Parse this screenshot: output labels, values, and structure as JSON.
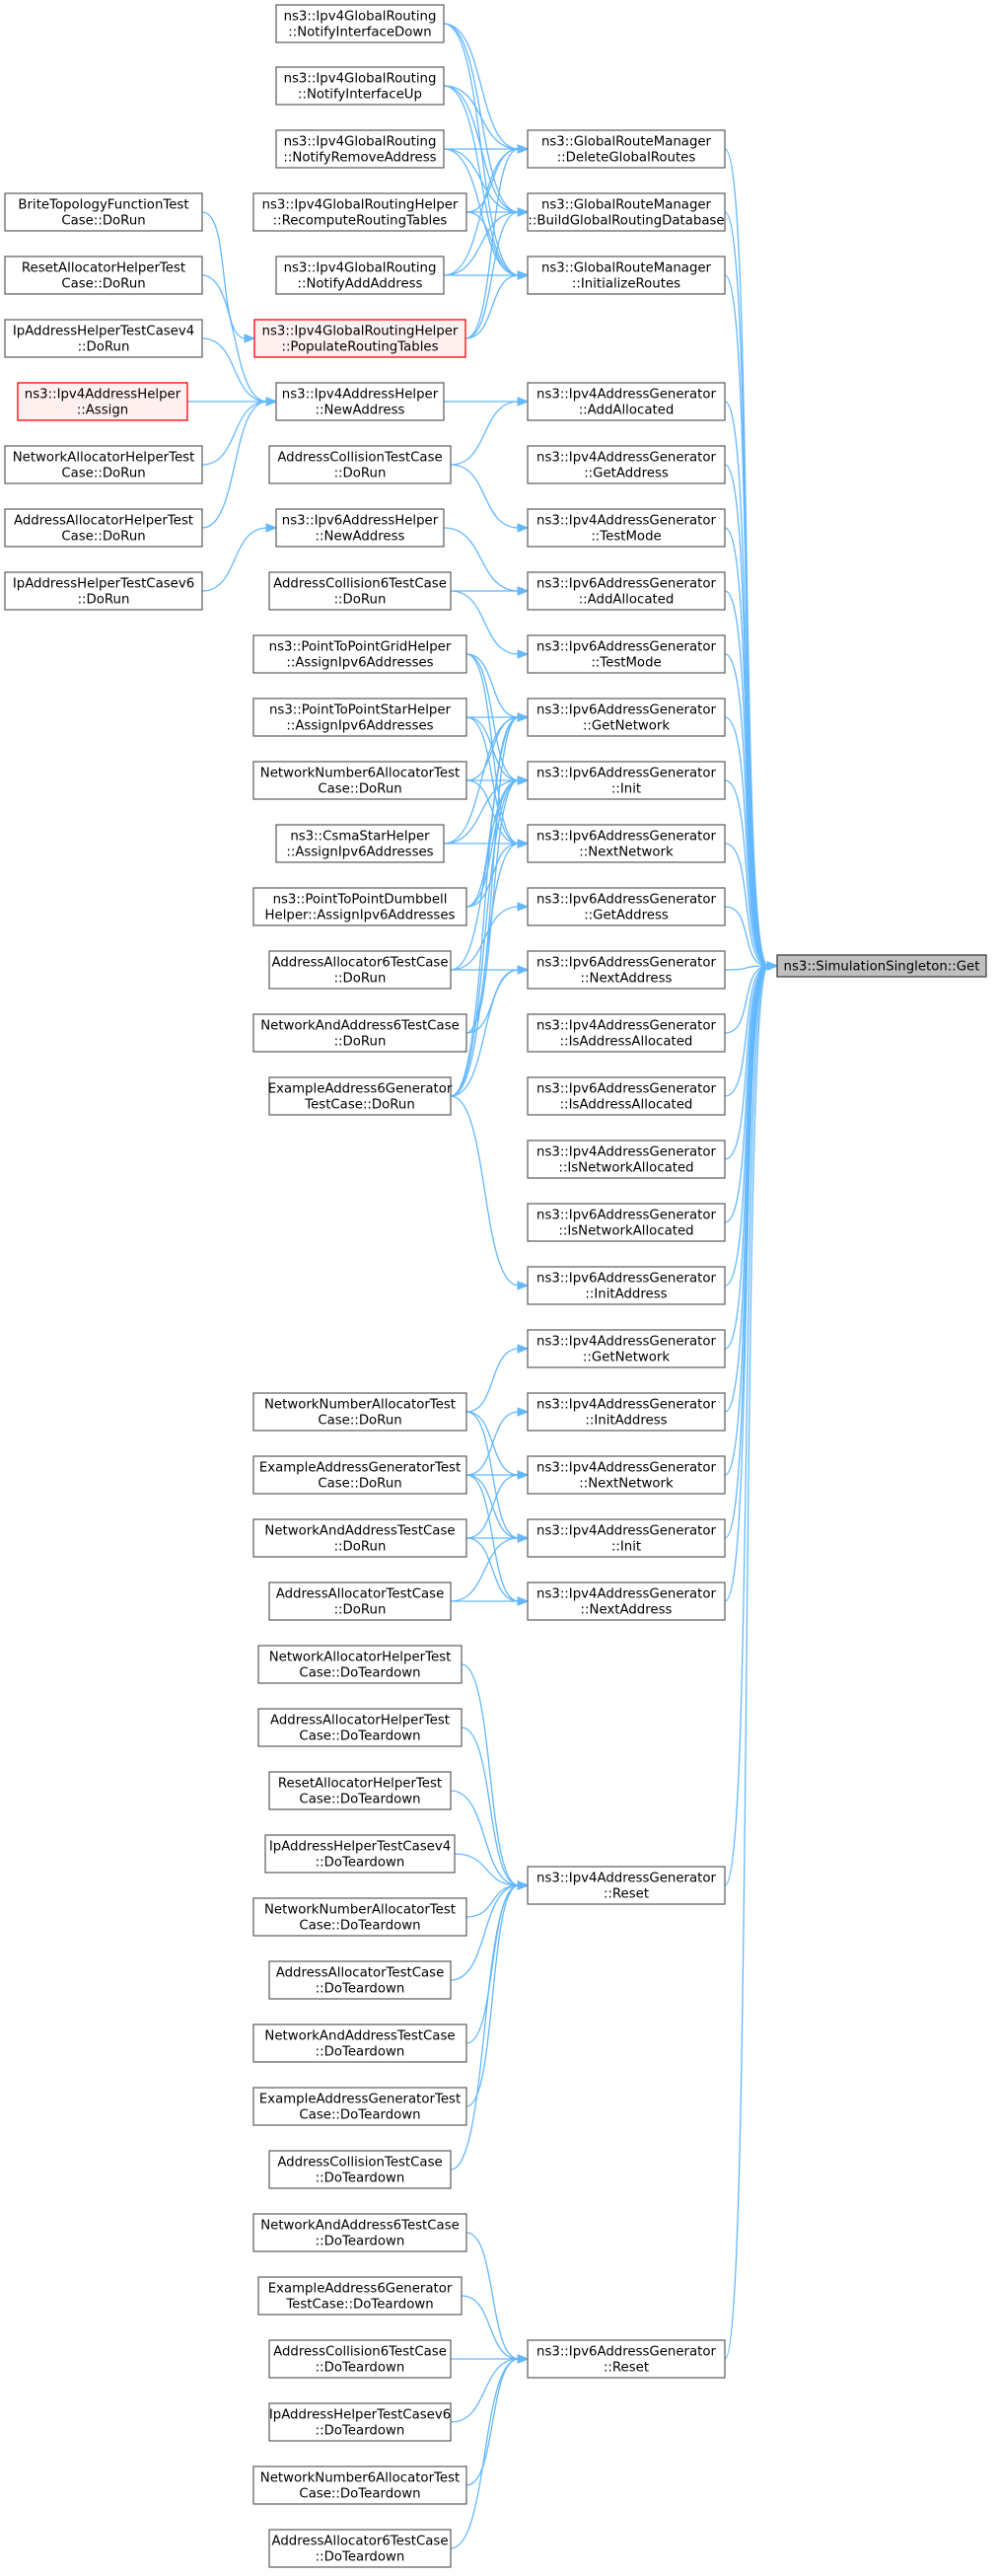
{
  "graph": {
    "target": "ns3::SimulationSingleton::Get",
    "colors": {
      "edge": "#63b8ff",
      "node_border": "#666666",
      "node_fill": "#ffffff",
      "target_fill": "#bfbfbf",
      "target_border": "#404040",
      "highlight_border": "#ff0000",
      "highlight_fill": "#fff0f0",
      "text": "#000000"
    },
    "nodes": [
      {
        "id": "n0",
        "lines": [
          "ns3::Ipv4GlobalRouting",
          "::NotifyInterfaceDown"
        ]
      },
      {
        "id": "n1",
        "lines": [
          "ns3::Ipv4GlobalRouting",
          "::NotifyInterfaceUp"
        ]
      },
      {
        "id": "n2",
        "lines": [
          "ns3::Ipv4GlobalRouting",
          "::NotifyRemoveAddress"
        ]
      },
      {
        "id": "n3",
        "lines": [
          "ns3::Ipv4GlobalRoutingHelper",
          "::RecomputeRoutingTables"
        ]
      },
      {
        "id": "n4",
        "lines": [
          "ns3::Ipv4GlobalRouting",
          "::NotifyAddAddress"
        ]
      },
      {
        "id": "n5",
        "lines": [
          "ns3::Ipv4GlobalRoutingHelper",
          "::PopulateRoutingTables"
        ],
        "style": "highlight"
      },
      {
        "id": "n6",
        "lines": [
          "BriteTopologyFunctionTest",
          "Case::DoRun"
        ]
      },
      {
        "id": "n7",
        "lines": [
          "ResetAllocatorHelperTest",
          "Case::DoRun"
        ]
      },
      {
        "id": "n8",
        "lines": [
          "IpAddressHelperTestCasev4",
          "::DoRun"
        ]
      },
      {
        "id": "n9",
        "lines": [
          "ns3::Ipv4AddressHelper",
          "::Assign"
        ],
        "style": "highlight"
      },
      {
        "id": "n10",
        "lines": [
          "NetworkAllocatorHelperTest",
          "Case::DoRun"
        ]
      },
      {
        "id": "n11",
        "lines": [
          "AddressAllocatorHelperTest",
          "Case::DoRun"
        ]
      },
      {
        "id": "n12",
        "lines": [
          "IpAddressHelperTestCasev6",
          "::DoRun"
        ]
      },
      {
        "id": "n13",
        "lines": [
          "ns3::Ipv4AddressHelper",
          "::NewAddress"
        ]
      },
      {
        "id": "n14",
        "lines": [
          "AddressCollisionTestCase",
          "::DoRun"
        ]
      },
      {
        "id": "n15",
        "lines": [
          "ns3::Ipv6AddressHelper",
          "::NewAddress"
        ]
      },
      {
        "id": "n16",
        "lines": [
          "AddressCollision6TestCase",
          "::DoRun"
        ]
      },
      {
        "id": "n17",
        "lines": [
          "ns3::PointToPointGridHelper",
          "::AssignIpv6Addresses"
        ]
      },
      {
        "id": "n18",
        "lines": [
          "ns3::PointToPointStarHelper",
          "::AssignIpv6Addresses"
        ]
      },
      {
        "id": "n19",
        "lines": [
          "NetworkNumber6AllocatorTest",
          "Case::DoRun"
        ]
      },
      {
        "id": "n20",
        "lines": [
          "ns3::CsmaStarHelper",
          "::AssignIpv6Addresses"
        ]
      },
      {
        "id": "n21",
        "lines": [
          "ns3::PointToPointDumbbell",
          "Helper::AssignIpv6Addresses"
        ]
      },
      {
        "id": "n22",
        "lines": [
          "AddressAllocator6TestCase",
          "::DoRun"
        ]
      },
      {
        "id": "n23",
        "lines": [
          "NetworkAndAddress6TestCase",
          "::DoRun"
        ]
      },
      {
        "id": "n24",
        "lines": [
          "ExampleAddress6Generator",
          "TestCase::DoRun"
        ]
      },
      {
        "id": "n25",
        "lines": [
          "NetworkNumberAllocatorTest",
          "Case::DoRun"
        ]
      },
      {
        "id": "n26",
        "lines": [
          "ExampleAddressGeneratorTest",
          "Case::DoRun"
        ]
      },
      {
        "id": "n27",
        "lines": [
          "NetworkAndAddressTestCase",
          "::DoRun"
        ]
      },
      {
        "id": "n28",
        "lines": [
          "AddressAllocatorTestCase",
          "::DoRun"
        ]
      },
      {
        "id": "n29",
        "lines": [
          "NetworkAllocatorHelperTest",
          "Case::DoTeardown"
        ]
      },
      {
        "id": "n30",
        "lines": [
          "AddressAllocatorHelperTest",
          "Case::DoTeardown"
        ]
      },
      {
        "id": "n31",
        "lines": [
          "ResetAllocatorHelperTest",
          "Case::DoTeardown"
        ]
      },
      {
        "id": "n32",
        "lines": [
          "IpAddressHelperTestCasev4",
          "::DoTeardown"
        ]
      },
      {
        "id": "n33",
        "lines": [
          "NetworkNumberAllocatorTest",
          "Case::DoTeardown"
        ]
      },
      {
        "id": "n34",
        "lines": [
          "AddressAllocatorTestCase",
          "::DoTeardown"
        ]
      },
      {
        "id": "n35",
        "lines": [
          "NetworkAndAddressTestCase",
          "::DoTeardown"
        ]
      },
      {
        "id": "n36",
        "lines": [
          "ExampleAddressGeneratorTest",
          "Case::DoTeardown"
        ]
      },
      {
        "id": "n37",
        "lines": [
          "AddressCollisionTestCase",
          "::DoTeardown"
        ]
      },
      {
        "id": "n38",
        "lines": [
          "NetworkAndAddress6TestCase",
          "::DoTeardown"
        ]
      },
      {
        "id": "n39",
        "lines": [
          "ExampleAddress6Generator",
          "TestCase::DoTeardown"
        ]
      },
      {
        "id": "n40",
        "lines": [
          "AddressCollision6TestCase",
          "::DoTeardown"
        ]
      },
      {
        "id": "n41",
        "lines": [
          "IpAddressHelperTestCasev6",
          "::DoTeardown"
        ]
      },
      {
        "id": "n42",
        "lines": [
          "NetworkNumber6AllocatorTest",
          "Case::DoTeardown"
        ]
      },
      {
        "id": "n43",
        "lines": [
          "AddressAllocator6TestCase",
          "::DoTeardown"
        ]
      },
      {
        "id": "m0",
        "lines": [
          "ns3::GlobalRouteManager",
          "::DeleteGlobalRoutes"
        ]
      },
      {
        "id": "m1",
        "lines": [
          "ns3::GlobalRouteManager",
          "::BuildGlobalRoutingDatabase"
        ]
      },
      {
        "id": "m2",
        "lines": [
          "ns3::GlobalRouteManager",
          "::InitializeRoutes"
        ]
      },
      {
        "id": "m3",
        "lines": [
          "ns3::Ipv4AddressGenerator",
          "::AddAllocated"
        ]
      },
      {
        "id": "m4",
        "lines": [
          "ns3::Ipv4AddressGenerator",
          "::GetAddress"
        ]
      },
      {
        "id": "m5",
        "lines": [
          "ns3::Ipv4AddressGenerator",
          "::TestMode"
        ]
      },
      {
        "id": "m6",
        "lines": [
          "ns3::Ipv6AddressGenerator",
          "::AddAllocated"
        ]
      },
      {
        "id": "m7",
        "lines": [
          "ns3::Ipv6AddressGenerator",
          "::TestMode"
        ]
      },
      {
        "id": "m8",
        "lines": [
          "ns3::Ipv6AddressGenerator",
          "::GetNetwork"
        ]
      },
      {
        "id": "m9",
        "lines": [
          "ns3::Ipv6AddressGenerator",
          "::Init"
        ]
      },
      {
        "id": "m10",
        "lines": [
          "ns3::Ipv6AddressGenerator",
          "::NextNetwork"
        ]
      },
      {
        "id": "m11",
        "lines": [
          "ns3::Ipv6AddressGenerator",
          "::GetAddress"
        ]
      },
      {
        "id": "m12",
        "lines": [
          "ns3::Ipv6AddressGenerator",
          "::NextAddress"
        ]
      },
      {
        "id": "m13",
        "lines": [
          "ns3::Ipv4AddressGenerator",
          "::IsAddressAllocated"
        ]
      },
      {
        "id": "m14",
        "lines": [
          "ns3::Ipv6AddressGenerator",
          "::IsAddressAllocated"
        ]
      },
      {
        "id": "m15",
        "lines": [
          "ns3::Ipv4AddressGenerator",
          "::IsNetworkAllocated"
        ]
      },
      {
        "id": "m16",
        "lines": [
          "ns3::Ipv6AddressGenerator",
          "::IsNetworkAllocated"
        ]
      },
      {
        "id": "m17",
        "lines": [
          "ns3::Ipv6AddressGenerator",
          "::InitAddress"
        ]
      },
      {
        "id": "m18",
        "lines": [
          "ns3::Ipv4AddressGenerator",
          "::GetNetwork"
        ]
      },
      {
        "id": "m19",
        "lines": [
          "ns3::Ipv4AddressGenerator",
          "::InitAddress"
        ]
      },
      {
        "id": "m20",
        "lines": [
          "ns3::Ipv4AddressGenerator",
          "::NextNetwork"
        ]
      },
      {
        "id": "m21",
        "lines": [
          "ns3::Ipv4AddressGenerator",
          "::Init"
        ]
      },
      {
        "id": "m22",
        "lines": [
          "ns3::Ipv4AddressGenerator",
          "::NextAddress"
        ]
      },
      {
        "id": "m23",
        "lines": [
          "ns3::Ipv4AddressGenerator",
          "::Reset"
        ]
      },
      {
        "id": "m24",
        "lines": [
          "ns3::Ipv6AddressGenerator",
          "::Reset"
        ]
      },
      {
        "id": "t",
        "lines": [
          "ns3::SimulationSingleton::Get"
        ],
        "style": "target"
      }
    ],
    "edges": [
      [
        "m0",
        "t"
      ],
      [
        "m1",
        "t"
      ],
      [
        "m2",
        "t"
      ],
      [
        "m3",
        "t"
      ],
      [
        "m4",
        "t"
      ],
      [
        "m5",
        "t"
      ],
      [
        "m6",
        "t"
      ],
      [
        "m7",
        "t"
      ],
      [
        "m8",
        "t"
      ],
      [
        "m9",
        "t"
      ],
      [
        "m10",
        "t"
      ],
      [
        "m11",
        "t"
      ],
      [
        "m12",
        "t"
      ],
      [
        "m13",
        "t"
      ],
      [
        "m14",
        "t"
      ],
      [
        "m15",
        "t"
      ],
      [
        "m16",
        "t"
      ],
      [
        "m17",
        "t"
      ],
      [
        "m18",
        "t"
      ],
      [
        "m19",
        "t"
      ],
      [
        "m20",
        "t"
      ],
      [
        "m21",
        "t"
      ],
      [
        "m22",
        "t"
      ],
      [
        "m23",
        "t"
      ],
      [
        "m24",
        "t"
      ],
      [
        "n0",
        "m0"
      ],
      [
        "n0",
        "m1"
      ],
      [
        "n0",
        "m2"
      ],
      [
        "n1",
        "m0"
      ],
      [
        "n1",
        "m1"
      ],
      [
        "n1",
        "m2"
      ],
      [
        "n2",
        "m0"
      ],
      [
        "n2",
        "m1"
      ],
      [
        "n2",
        "m2"
      ],
      [
        "n3",
        "m0"
      ],
      [
        "n3",
        "m1"
      ],
      [
        "n3",
        "m2"
      ],
      [
        "n4",
        "m0"
      ],
      [
        "n4",
        "m1"
      ],
      [
        "n4",
        "m2"
      ],
      [
        "n5",
        "m0"
      ],
      [
        "n5",
        "m1"
      ],
      [
        "n5",
        "m2"
      ],
      [
        "n6",
        "n5"
      ],
      [
        "n7",
        "n13"
      ],
      [
        "n8",
        "n13"
      ],
      [
        "n9",
        "n13"
      ],
      [
        "n10",
        "n13"
      ],
      [
        "n11",
        "n13"
      ],
      [
        "n13",
        "m3"
      ],
      [
        "n14",
        "m3"
      ],
      [
        "n14",
        "m5"
      ],
      [
        "n12",
        "n15"
      ],
      [
        "n15",
        "m6"
      ],
      [
        "n16",
        "m6"
      ],
      [
        "n16",
        "m7"
      ],
      [
        "n17",
        "m8"
      ],
      [
        "n17",
        "m9"
      ],
      [
        "n17",
        "m10"
      ],
      [
        "n18",
        "m8"
      ],
      [
        "n18",
        "m9"
      ],
      [
        "n18",
        "m10"
      ],
      [
        "n19",
        "m8"
      ],
      [
        "n19",
        "m9"
      ],
      [
        "n19",
        "m10"
      ],
      [
        "n20",
        "m8"
      ],
      [
        "n20",
        "m9"
      ],
      [
        "n20",
        "m10"
      ],
      [
        "n21",
        "m8"
      ],
      [
        "n21",
        "m9"
      ],
      [
        "n21",
        "m10"
      ],
      [
        "n22",
        "m9"
      ],
      [
        "n22",
        "m11"
      ],
      [
        "n22",
        "m12"
      ],
      [
        "n23",
        "m8"
      ],
      [
        "n23",
        "m9"
      ],
      [
        "n23",
        "m12"
      ],
      [
        "n24",
        "m8"
      ],
      [
        "n24",
        "m9"
      ],
      [
        "n24",
        "m10"
      ],
      [
        "n24",
        "m12"
      ],
      [
        "n24",
        "m17"
      ],
      [
        "n25",
        "m18"
      ],
      [
        "n25",
        "m20"
      ],
      [
        "n25",
        "m21"
      ],
      [
        "n26",
        "m19"
      ],
      [
        "n26",
        "m20"
      ],
      [
        "n26",
        "m21"
      ],
      [
        "n26",
        "m22"
      ],
      [
        "n27",
        "m20"
      ],
      [
        "n27",
        "m21"
      ],
      [
        "n27",
        "m22"
      ],
      [
        "n28",
        "m21"
      ],
      [
        "n28",
        "m22"
      ],
      [
        "n29",
        "m23"
      ],
      [
        "n30",
        "m23"
      ],
      [
        "n31",
        "m23"
      ],
      [
        "n32",
        "m23"
      ],
      [
        "n33",
        "m23"
      ],
      [
        "n34",
        "m23"
      ],
      [
        "n35",
        "m23"
      ],
      [
        "n36",
        "m23"
      ],
      [
        "n37",
        "m23"
      ],
      [
        "n38",
        "m24"
      ],
      [
        "n39",
        "m24"
      ],
      [
        "n40",
        "m24"
      ],
      [
        "n41",
        "m24"
      ],
      [
        "n42",
        "m24"
      ],
      [
        "n43",
        "m24"
      ]
    ]
  }
}
